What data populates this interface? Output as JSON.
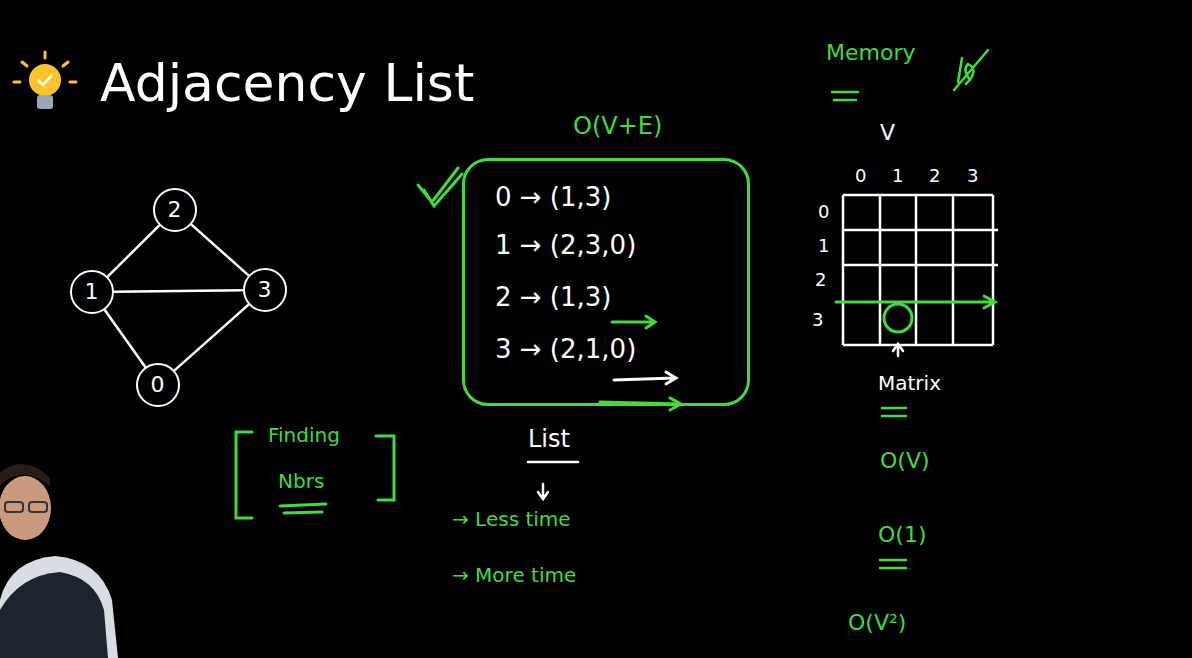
{
  "diagram": {
    "title": "Adjacency List",
    "nodes": [
      {
        "text": [
          "2"
        ]
      },
      {
        "text": [
          "1"
        ]
      },
      {
        "text": [
          "3"
        ]
      },
      {
        "text": [
          "0"
        ]
      },
      {
        "text": [
          "O(V+E)",
          "0 → (1,3)",
          "1 → (2,3,0)",
          "2 → (1,3)",
          "3 → (2,1,0)"
        ]
      }
    ],
    "edges": [
      {
        "from": 0,
        "to": 1,
        "arrow": "none"
      },
      {
        "from": 0,
        "to": 2,
        "arrow": "none"
      },
      {
        "from": 1,
        "to": 2,
        "arrow": "none"
      },
      {
        "from": 1,
        "to": 3,
        "arrow": "none"
      },
      {
        "from": 2,
        "to": 3,
        "arrow": "none"
      }
    ],
    "labels": [
      "Finding",
      "Nbrs",
      "List",
      "→ Less time",
      "→ More time",
      "Memory",
      "V",
      "0",
      "1",
      "2",
      "3",
      "0",
      "1",
      "2",
      "3",
      "Matrix",
      "O(V)",
      "O(1)",
      "O(V²)"
    ]
  }
}
